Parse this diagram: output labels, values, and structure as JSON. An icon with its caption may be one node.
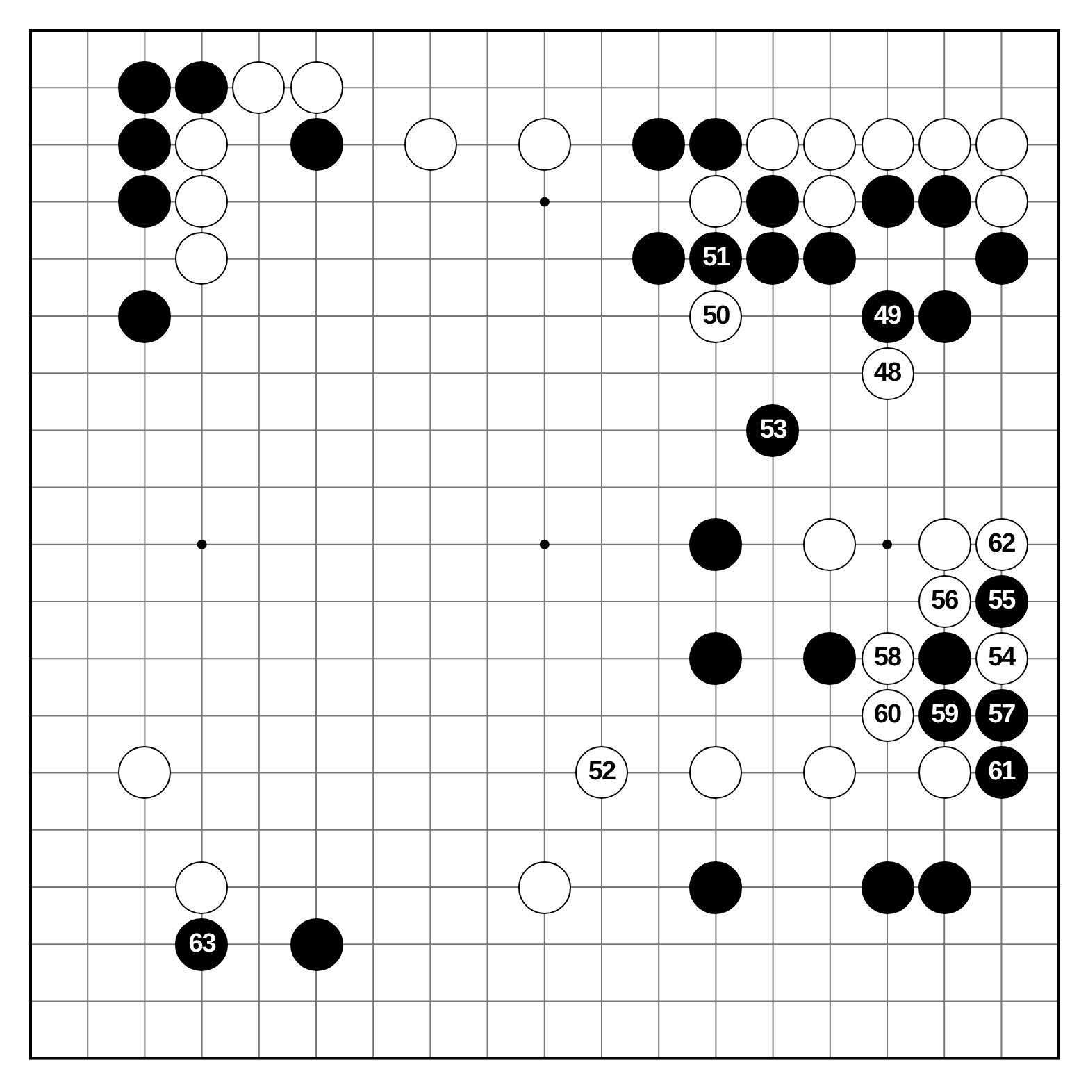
{
  "diagram": {
    "nodes": [
      {
        "text": [],
        "shape": "circle"
      },
      {
        "text": [],
        "shape": "circle"
      },
      {
        "text": [],
        "shape": "circle"
      },
      {
        "text": [],
        "shape": "circle"
      },
      {
        "text": [],
        "shape": "circle"
      },
      {
        "text": [],
        "shape": "circle"
      },
      {
        "text": [],
        "shape": "circle"
      },
      {
        "text": [],
        "shape": "circle"
      },
      {
        "text": [],
        "shape": "circle"
      },
      {
        "text": [],
        "shape": "circle"
      },
      {
        "text": [],
        "shape": "circle"
      },
      {
        "text": [],
        "shape": "circle"
      },
      {
        "text": [],
        "shape": "circle"
      },
      {
        "text": [],
        "shape": "circle"
      },
      {
        "text": [],
        "shape": "circle"
      },
      {
        "text": [],
        "shape": "circle"
      },
      {
        "text": [],
        "shape": "circle"
      },
      {
        "text": [],
        "shape": "circle"
      },
      {
        "text": [],
        "shape": "circle"
      },
      {
        "text": [],
        "shape": "circle"
      },
      {
        "text": [],
        "shape": "circle"
      },
      {
        "text": [],
        "shape": "circle"
      },
      {
        "text": [],
        "shape": "circle"
      },
      {
        "text": [],
        "shape": "circle"
      },
      {
        "text": [],
        "shape": "circle"
      },
      {
        "text": [],
        "shape": "circle"
      },
      {
        "text": [
          "51"
        ]
      },
      {
        "text": [],
        "shape": "circle"
      },
      {
        "text": [],
        "shape": "circle"
      },
      {
        "text": [],
        "shape": "circle"
      },
      {
        "text": [],
        "shape": "circle"
      },
      {
        "text": [
          "50"
        ]
      },
      {
        "text": [
          "49"
        ]
      },
      {
        "text": [],
        "shape": "circle"
      },
      {
        "text": [
          "48"
        ]
      },
      {
        "text": [
          "53"
        ]
      },
      {
        "text": [],
        "shape": "circle"
      },
      {
        "text": [],
        "shape": "circle"
      },
      {
        "text": [],
        "shape": "circle"
      },
      {
        "text": [
          "62"
        ]
      },
      {
        "text": [
          "56"
        ]
      },
      {
        "text": [
          "55"
        ]
      },
      {
        "text": [],
        "shape": "circle"
      },
      {
        "text": [],
        "shape": "circle"
      },
      {
        "text": [
          "58"
        ]
      },
      {
        "text": [],
        "shape": "circle"
      },
      {
        "text": [
          "54"
        ]
      },
      {
        "text": [
          "60"
        ]
      },
      {
        "text": [
          "59"
        ]
      },
      {
        "text": [
          "57"
        ]
      },
      {
        "text": [],
        "shape": "circle"
      },
      {
        "text": [
          "52"
        ]
      },
      {
        "text": [],
        "shape": "circle"
      },
      {
        "text": [],
        "shape": "circle"
      },
      {
        "text": [],
        "shape": "circle"
      },
      {
        "text": [
          "61"
        ]
      },
      {
        "text": [],
        "shape": "circle"
      },
      {
        "text": [],
        "shape": "circle"
      },
      {
        "text": [],
        "shape": "circle"
      },
      {
        "text": [],
        "shape": "circle"
      },
      {
        "text": [],
        "shape": "circle"
      },
      {
        "text": [
          "63"
        ]
      },
      {
        "text": [],
        "shape": "circle"
      }
    ]
  }
}
